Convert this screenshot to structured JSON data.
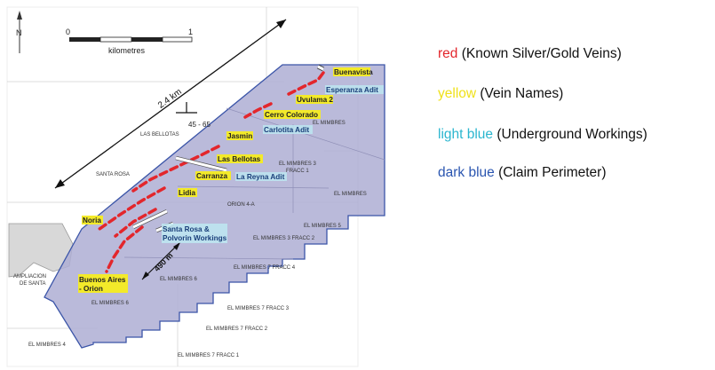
{
  "map": {
    "north": "N",
    "scale": {
      "start": "0",
      "end": "1",
      "unit": "kilometres"
    },
    "distance_long": "2.4 km",
    "distance_short": "490 m",
    "dip": "45 - 65",
    "vein_names": [
      "Buenavista",
      "Uvulama 2",
      "Cerro Colorado",
      "Jasmin",
      "Las Bellotas",
      "Carranza",
      "Lidia",
      "Noria",
      "Buenos Aires",
      "- Orion"
    ],
    "workings": [
      "Esperanza Adit",
      "Carlotita Adit",
      "La Reyna Adit",
      "Santa Rosa &",
      "Polvorin Workings"
    ],
    "claims": [
      "EL MIMBRES",
      "LAS BELLOTAS",
      "EL MIMBRES 3",
      "FRACC 1",
      "SANTA ROSA",
      "EL MIMBRES",
      "ORION 4-A",
      "EL MIMBRES 5",
      "EL MIMBRES 3 FRACC 2",
      "EL MIMBRES 7 FRACC 4",
      "EL MIMBRES 6",
      "AMPLIACION",
      "DE SANTA",
      "EL MIMBRES 6",
      "EL MIMBRES 7 FRACC 3",
      "EL MIMBRES 7 FRACC 2",
      "EL MIMBRES 4",
      "EL MIMBRES 7 FRACC 1"
    ]
  },
  "legend": [
    {
      "key": "red",
      "desc": " (Known Silver/Gold Veins)",
      "color": "#e3262c"
    },
    {
      "key": "yellow",
      "desc": " (Vein Names)",
      "color": "#efe11a"
    },
    {
      "key": "light blue",
      "desc": " (Underground Workings)",
      "color": "#2bb6cf"
    },
    {
      "key": "dark blue",
      "desc": " (Claim Perimeter)",
      "color": "#2a55b0"
    }
  ]
}
